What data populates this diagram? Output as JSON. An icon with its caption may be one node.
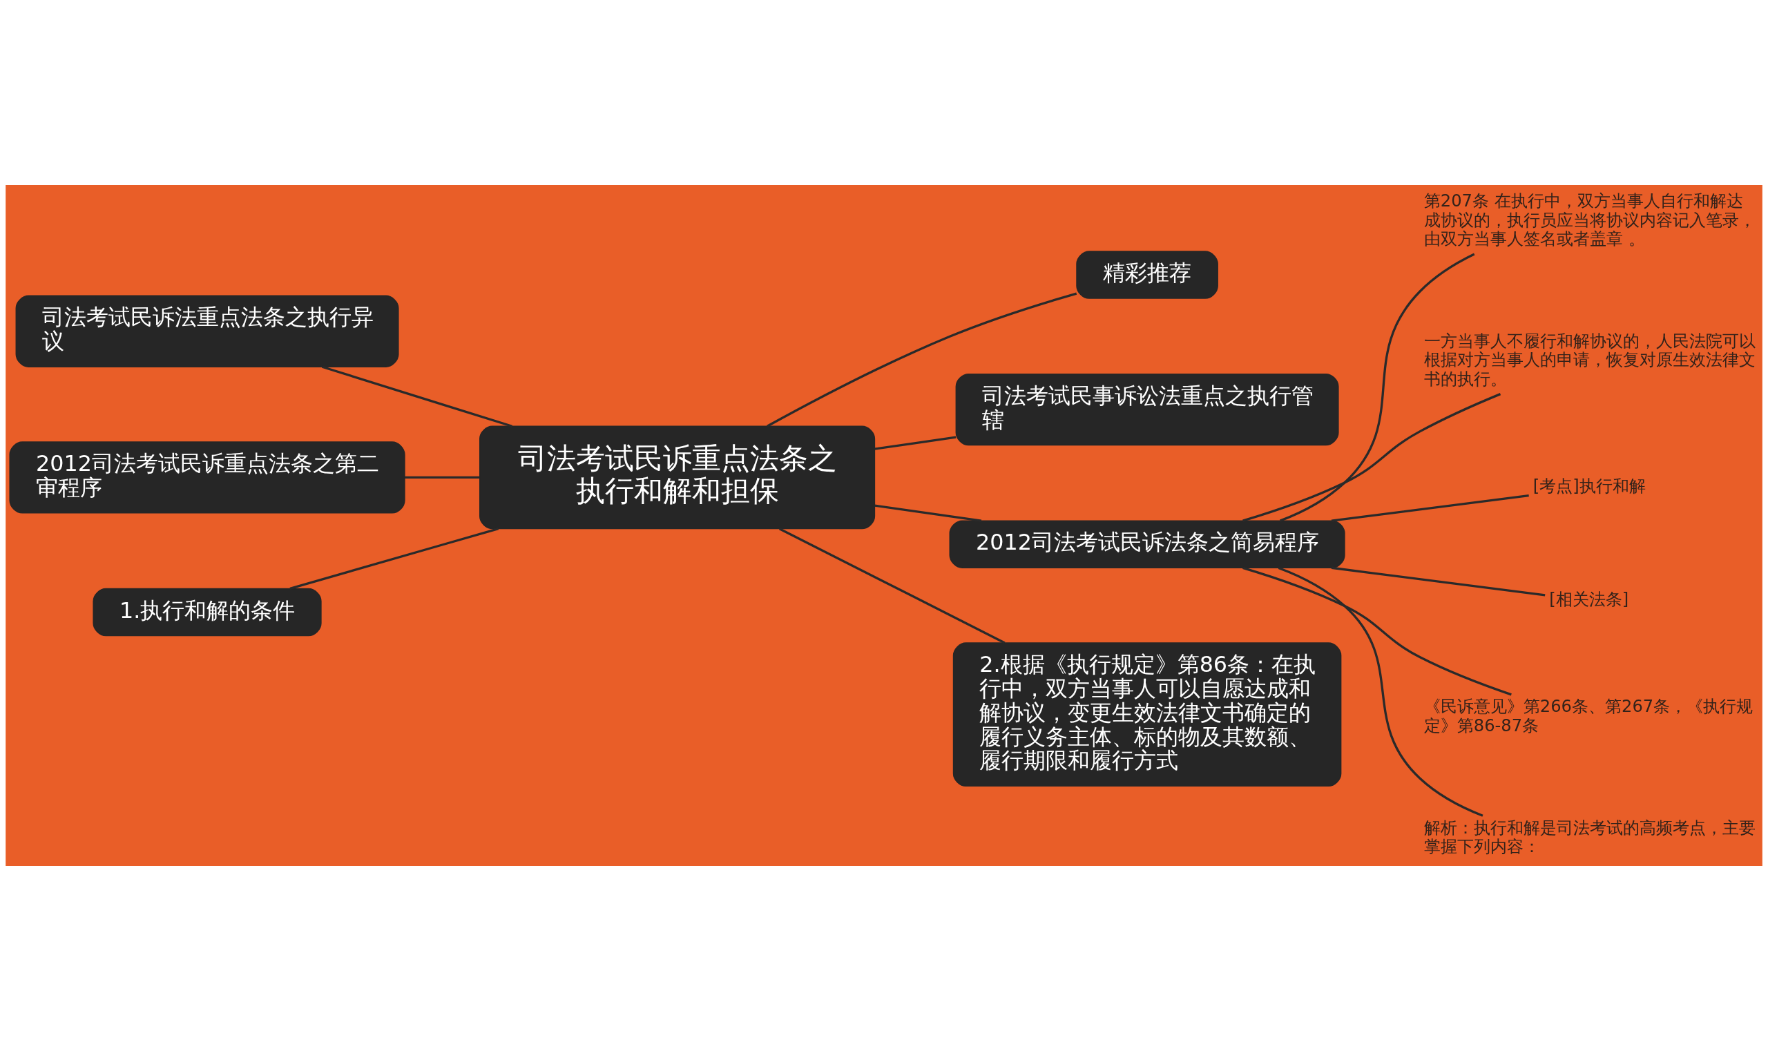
{
  "diagram": {
    "nodes": [
      {
        "text": [
          "司法考试民诉重点法条之执行和解和担保"
        ]
      },
      {
        "text": [
          "精彩推荐"
        ]
      },
      {
        "text": [
          "司法考试民事诉讼法重点之执行管辖"
        ]
      },
      {
        "text": [
          "司法考试民诉法重点法条之执行异议"
        ]
      },
      {
        "text": [
          "2012司法考试民诉重点法条之第二审程序"
        ]
      },
      {
        "text": [
          "2012司法考试民诉法条之简易程序"
        ]
      },
      {
        "text": [
          "第207条 在执行中，双方当事人自行和解达成协议的，执行员应当将协议内容记入笔录，由双方当事人签名或者盖章 。"
        ]
      },
      {
        "text": [
          "一方当事人不履行和解协议的，人民法院可以根据对方当事人的申请，恢复对原生效法律文书的执行。"
        ]
      },
      {
        "text": [
          "[考点]执行和解"
        ]
      },
      {
        "text": [
          "[相关法条]"
        ]
      },
      {
        "text": [
          "《民诉意见》第266条、第267条，《执行规定》第86-87条"
        ]
      },
      {
        "text": [
          "解析：执行和解是司法考试的高频考点，主要掌握下列内容："
        ]
      },
      {
        "text": [
          "1.执行和解的条件"
        ]
      },
      {
        "text": [
          "2.根据《执行规定》第86条：在执行中，双方当事人可以自愿达成和解协议，变更生效法律文书确定的履行义务主体、标的物及其数额、履行期限和履行方式"
        ]
      }
    ],
    "edges": [
      {
        "from": 0,
        "to": 1,
        "arrow": "none"
      },
      {
        "from": 0,
        "to": 2,
        "arrow": "none"
      },
      {
        "from": 3,
        "to": 0,
        "arrow": "none"
      },
      {
        "from": 4,
        "to": 0,
        "arrow": "none"
      },
      {
        "from": 0,
        "to": 5,
        "arrow": "none"
      },
      {
        "from": 5,
        "to": 6,
        "arrow": "none"
      },
      {
        "from": 5,
        "to": 7,
        "arrow": "none"
      },
      {
        "from": 5,
        "to": 8,
        "arrow": "none"
      },
      {
        "from": 5,
        "to": 9,
        "arrow": "none"
      },
      {
        "from": 5,
        "to": 10,
        "arrow": "none"
      },
      {
        "from": 5,
        "to": 11,
        "arrow": "none"
      },
      {
        "from": 12,
        "to": 0,
        "arrow": "none"
      },
      {
        "from": 0,
        "to": 13,
        "arrow": "none"
      }
    ]
  }
}
